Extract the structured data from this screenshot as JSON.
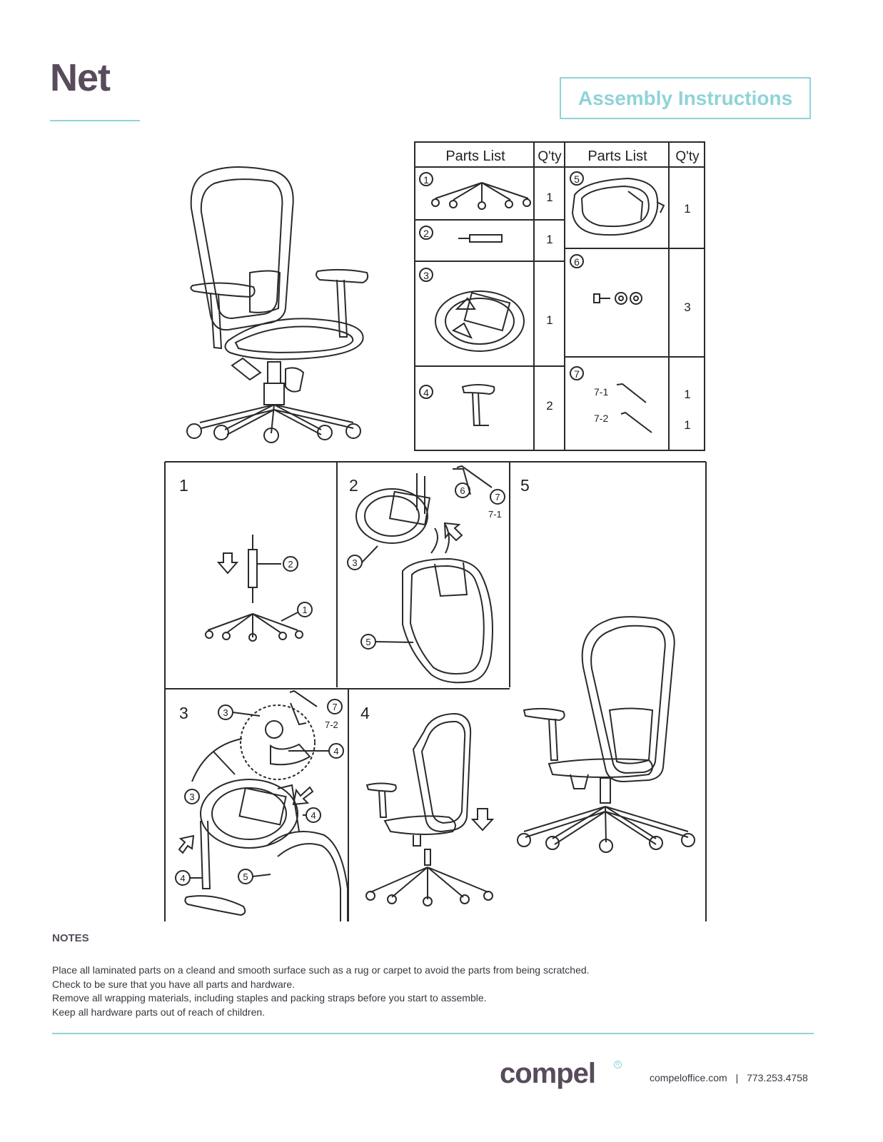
{
  "header": {
    "product_name": "Net",
    "doc_type": "Assembly Instructions"
  },
  "parts_table": {
    "col_parts": "Parts List",
    "col_qty": "Q'ty",
    "parts": [
      {
        "number": "1",
        "qty": "1"
      },
      {
        "number": "2",
        "qty": "1"
      },
      {
        "number": "3",
        "qty": "1"
      },
      {
        "number": "4",
        "qty": "2"
      },
      {
        "number": "5",
        "qty": "1"
      },
      {
        "number": "6",
        "qty": "3"
      },
      {
        "number": "7",
        "qty": "",
        "sub": [
          {
            "label": "7-1",
            "qty": "1"
          },
          {
            "label": "7-2",
            "qty": "1"
          }
        ]
      }
    ]
  },
  "steps": {
    "step1": {
      "number": "1",
      "callouts": [
        "2",
        "1"
      ]
    },
    "step2": {
      "number": "2",
      "callouts": [
        "6",
        "7",
        "7-1",
        "3",
        "5"
      ]
    },
    "step3": {
      "number": "3",
      "callouts": [
        "3",
        "7",
        "7-2",
        "4",
        "3",
        "4",
        "4",
        "5"
      ]
    },
    "step4": {
      "number": "4"
    },
    "step5": {
      "number": "5"
    }
  },
  "notes": {
    "heading": "NOTES",
    "items": [
      "Place all laminated parts on a cleand and smooth surface such as a rug or carpet to avoid the parts from being scratched.",
      "Check to be sure that you have all parts and hardware.",
      "Remove all wrapping materials, including staples and packing straps before you start to assemble.",
      "Keep all hardware parts out of reach of children."
    ]
  },
  "footer": {
    "brand": "compel",
    "reg_mark": "R",
    "website": "compeloffice.com",
    "separator": "|",
    "phone": "773.253.4758"
  },
  "colors": {
    "accent": "#8fd3d9",
    "brand": "#574b5c",
    "line_art": "#2a2a2a"
  }
}
